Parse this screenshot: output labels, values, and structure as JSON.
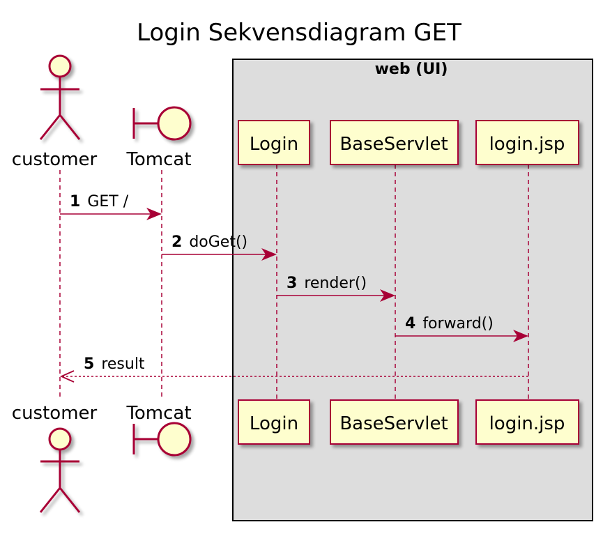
{
  "title": "Login Sekvensdiagram GET",
  "box": {
    "title": "web (UI)"
  },
  "participants": [
    {
      "id": "customer",
      "label": "customer",
      "kind": "actor"
    },
    {
      "id": "tomcat",
      "label": "Tomcat",
      "kind": "boundary"
    },
    {
      "id": "login",
      "label": "Login",
      "kind": "participant"
    },
    {
      "id": "baseservlet",
      "label": "BaseServlet",
      "kind": "participant"
    },
    {
      "id": "loginjsp",
      "label": "login.jsp",
      "kind": "participant"
    }
  ],
  "messages": [
    {
      "num": "1",
      "text": "GET /",
      "from": "customer",
      "to": "tomcat",
      "style": "solid"
    },
    {
      "num": "2",
      "text": "doGet()",
      "from": "tomcat",
      "to": "login",
      "style": "solid"
    },
    {
      "num": "3",
      "text": "render()",
      "from": "login",
      "to": "baseservlet",
      "style": "solid"
    },
    {
      "num": "4",
      "text": "forward()",
      "from": "baseservlet",
      "to": "loginjsp",
      "style": "solid"
    },
    {
      "num": "5",
      "text": "result",
      "from": "loginjsp",
      "to": "customer",
      "style": "dotted"
    }
  ],
  "colors": {
    "line": "#A80036",
    "participant_fill": "#FEFECE",
    "box_fill": "#DDDDDD",
    "box_border": "#000000"
  }
}
